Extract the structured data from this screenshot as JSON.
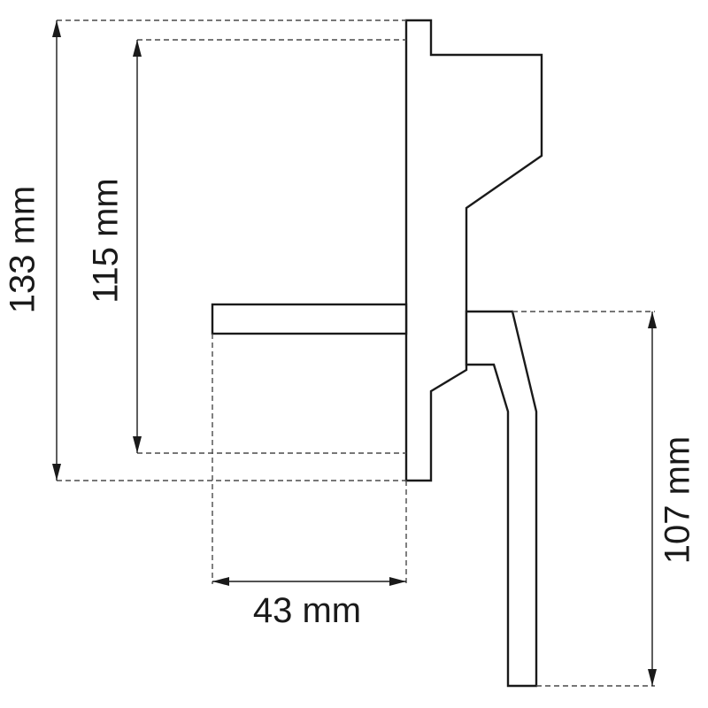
{
  "dimensions": {
    "overall_height": "133 mm",
    "plate_height": "115 mm",
    "projection_depth": "43 mm",
    "lever_drop": "107 mm"
  },
  "colors": {
    "line": "#1a1a1a",
    "extension_line": "#4a4a4a",
    "background": "#ffffff"
  }
}
